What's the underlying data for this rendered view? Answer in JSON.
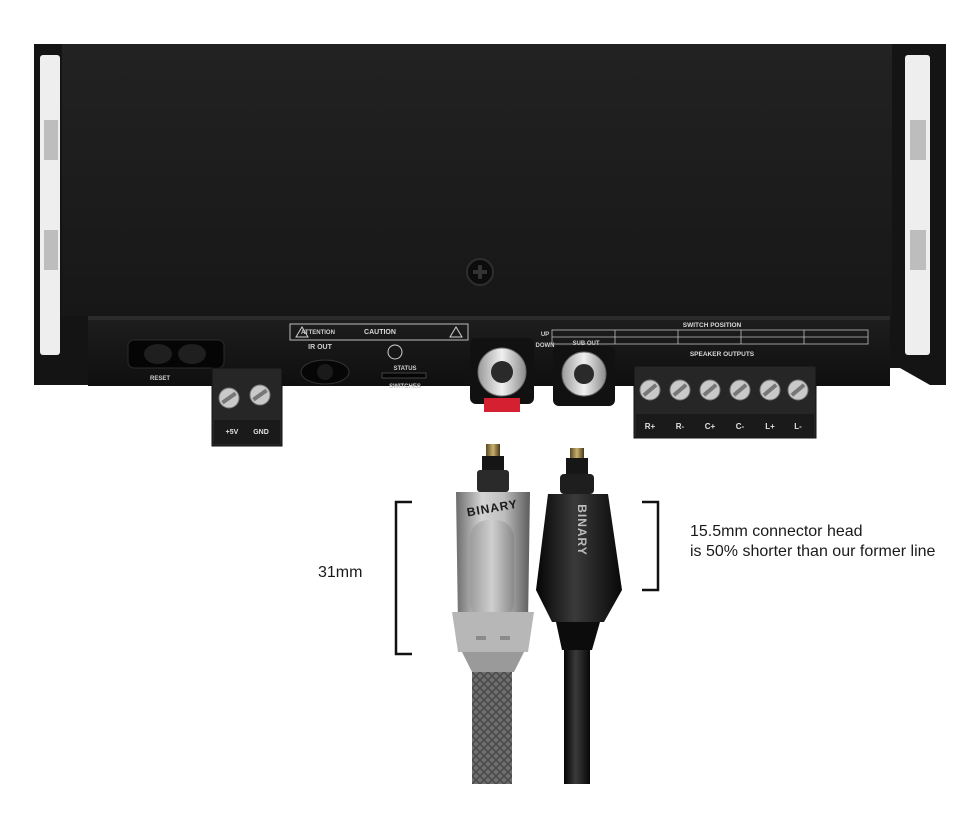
{
  "colors": {
    "background": "#ffffff",
    "device_body": "#1b1b1b",
    "mount_plate": "#141414",
    "terminal_green": "#2c2c2c",
    "rca_red": "#d42030",
    "cable_gray": "#8e8e8e"
  },
  "device": {
    "panel_labels": {
      "reset": "RESET",
      "attention": "ATTENTION",
      "ir_out": "IR OUT",
      "caution": "CAUTION",
      "status": "STATUS",
      "switches": "SWITCHES",
      "up": "UP",
      "down": "DOWN",
      "sub_out": "SUB OUT",
      "switch_position": "SWITCH POSITION",
      "speaker_outputs": "SPEAKER OUTPUTS"
    },
    "power_terminals": [
      "+5V",
      "GND"
    ],
    "speaker_terminals": [
      "R+",
      "R-",
      "C+",
      "C-",
      "L+",
      "L-"
    ]
  },
  "cables": {
    "brand": "BINARY"
  },
  "annotations": {
    "left_measure": "31mm",
    "right_line1": "15.5mm connector head",
    "right_line2": "is 50% shorter than our former line"
  }
}
